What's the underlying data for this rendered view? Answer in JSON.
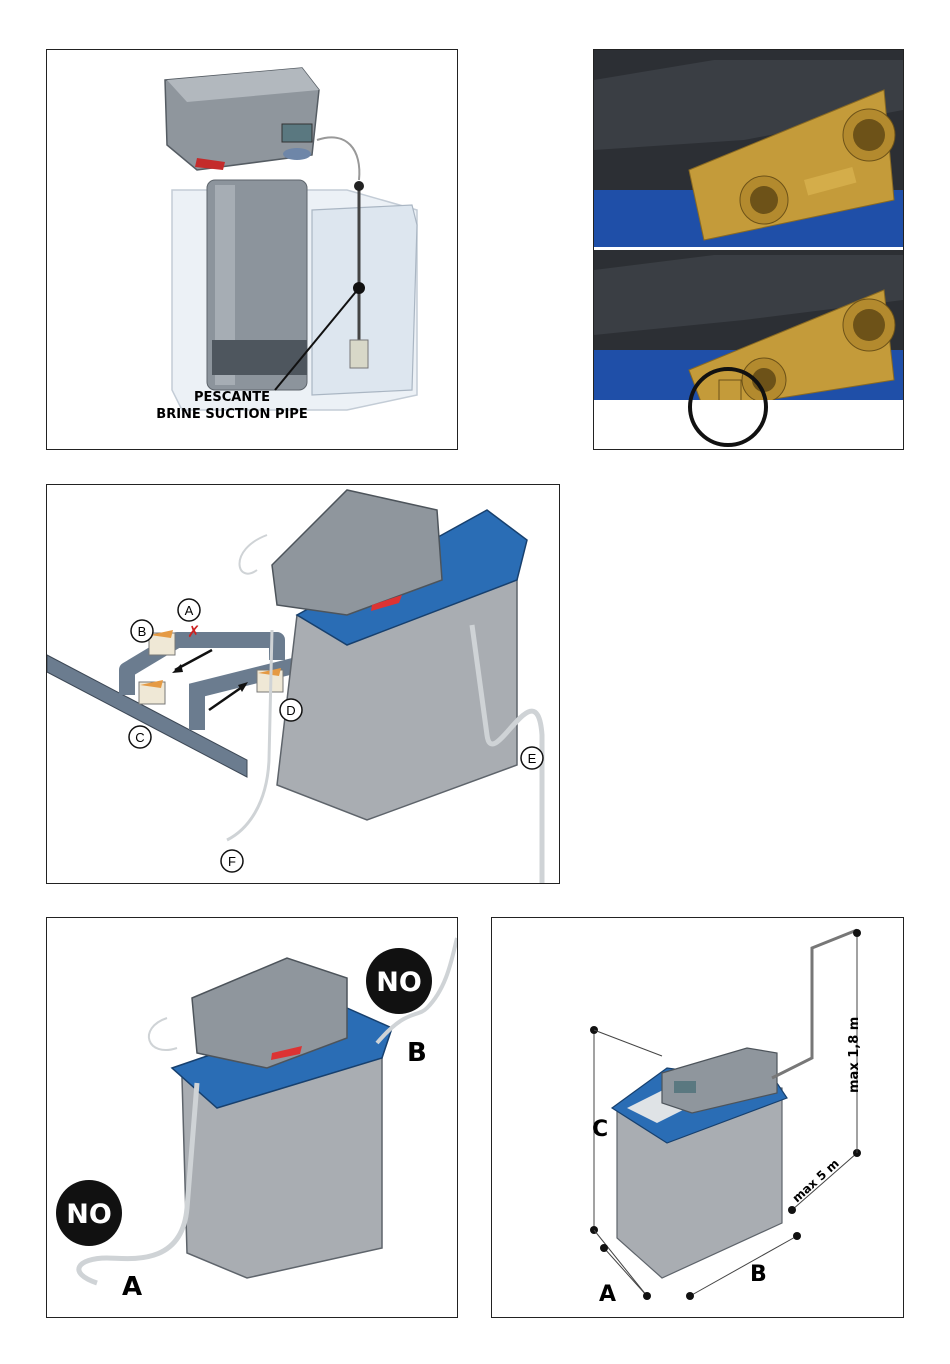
{
  "panel1": {
    "label_line1": "PESCANTE",
    "label_line2": "BRINE SUCTION PIPE"
  },
  "panel3": {
    "labels": [
      "A",
      "B",
      "C",
      "D",
      "E",
      "F"
    ]
  },
  "panel4": {
    "no_top": "NO",
    "no_bottom": "NO",
    "label_a": "A",
    "label_b": "B"
  },
  "panel5": {
    "label_a": "A",
    "label_b": "B",
    "label_c": "C",
    "max_height": "max 1,8 m",
    "max_length": "max 5 m"
  },
  "colors": {
    "blue_cover": "#2a6db5",
    "grey_body": "#a9adb2",
    "brass": "#c8a23c",
    "brine_tank": "#dfe7ef"
  }
}
